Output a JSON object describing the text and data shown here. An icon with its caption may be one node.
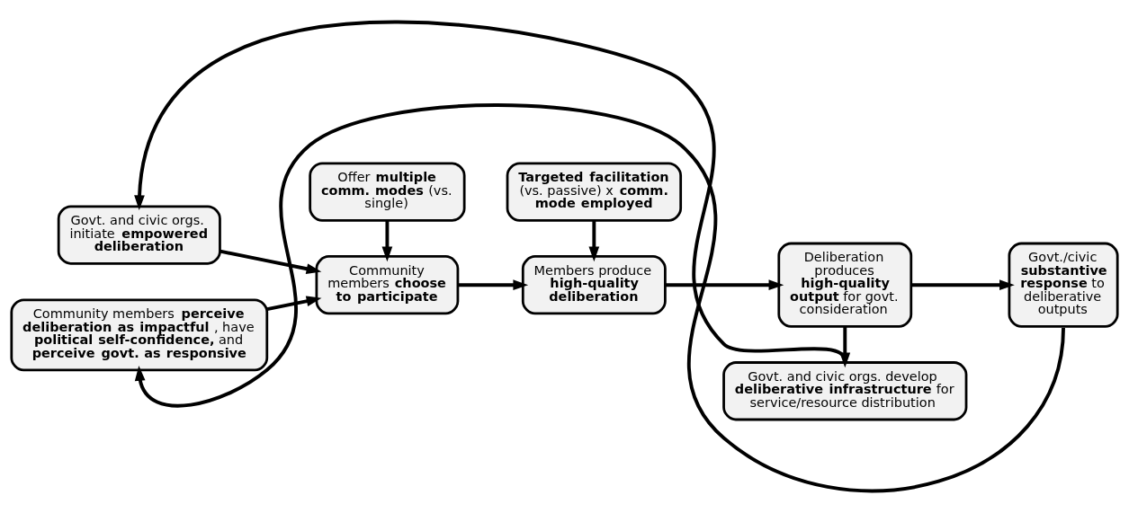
{
  "diagram": {
    "nodes": [
      {
        "text": [
          "Govt. and civic orgs. initiate **empowered deliberation**"
        ]
      },
      {
        "text": [
          "Offer **multiple comm. modes** (vs. single)"
        ]
      },
      {
        "text": [
          "**Targeted facilitation** (vs. passive) x **comm. mode employed**"
        ]
      },
      {
        "text": [
          "Govt. and civic orgs. develop **deliberative infrastructure** for service/resource distribution"
        ]
      },
      {
        "text": [
          "Community members **choose to participate**"
        ]
      },
      {
        "text": [
          "Members produce **high-quality deliberation**"
        ]
      },
      {
        "text": [
          "Deliberation produces **high-quality output** for govt. consideration"
        ]
      },
      {
        "text": [
          "Govt./civic **substantive response** to deliberative outputs"
        ]
      },
      {
        "text": [
          "Community members **perceive deliberation as impactful**, have **political self-confidence,** and **perceive govt. as responsive**"
        ]
      }
    ],
    "edges": [
      {
        "from": 0,
        "to": 4,
        "arrow": "to"
      },
      {
        "from": 8,
        "to": 4,
        "arrow": "to"
      },
      {
        "from": 1,
        "to": 4,
        "arrow": "to"
      },
      {
        "from": 2,
        "to": 5,
        "arrow": "to"
      },
      {
        "from": 4,
        "to": 5,
        "arrow": "to"
      },
      {
        "from": 5,
        "to": 6,
        "arrow": "to"
      },
      {
        "from": 6,
        "to": 3,
        "arrow": "to"
      },
      {
        "from": 6,
        "to": 7,
        "arrow": "to"
      },
      {
        "from": 3,
        "to": 0,
        "arrow": "to"
      },
      {
        "from": 7,
        "to": 8,
        "arrow": "to"
      }
    ]
  }
}
